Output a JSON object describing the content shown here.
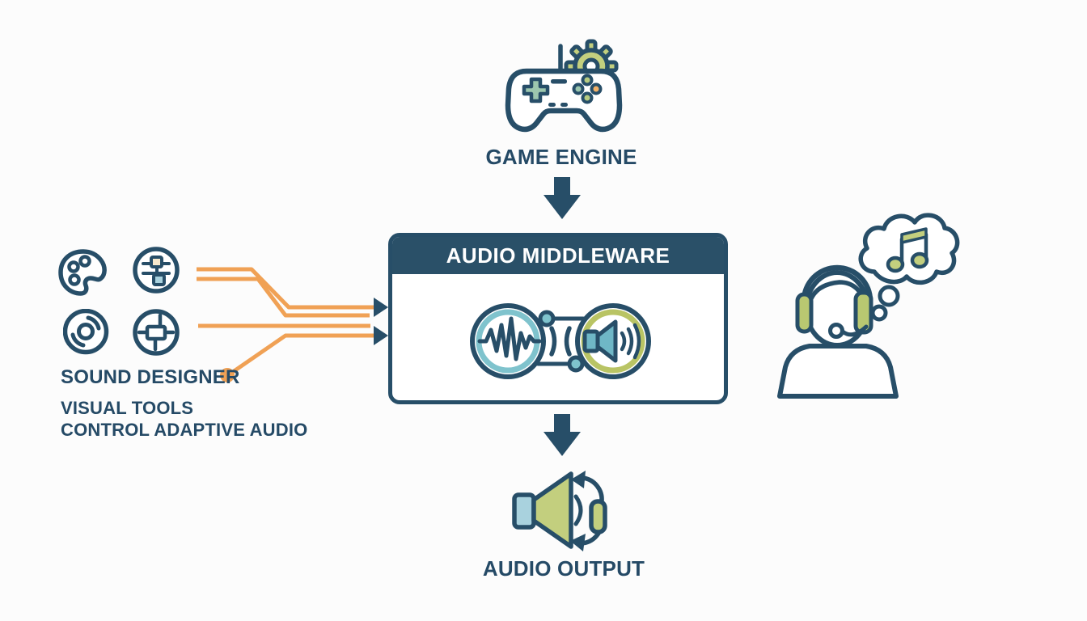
{
  "diagram_title": "Audio Middleware Diagram",
  "colors": {
    "navy": "#274e68",
    "header_navy": "#2a5068",
    "text_navy": "#254a66",
    "teal": "#7fc3cd",
    "teal_deep": "#6fb7c6",
    "olive": "#b9c464",
    "olive_light": "#c3cf7e",
    "orange": "#f0a155",
    "cream": "#f7e9cd",
    "light_blue": "#a9d2de",
    "soft_green": "#9cc7ae",
    "btn_green": "#b7cb81",
    "bg": "#fcfcfc"
  },
  "nodes": {
    "game_engine": {
      "label": "GAME ENGINE",
      "icon": "game-controller-gear-icon"
    },
    "audio_middleware": {
      "label": "AUDIO MIDDLEWARE",
      "icon": "waveform-speaker-link-icon"
    },
    "audio_output": {
      "label": "AUDIO OUTPUT",
      "icon": "speaker-surround-icon"
    }
  },
  "designer": {
    "label": "SOUND DESIGNER",
    "caption_line1": "VISUAL TOOLS",
    "caption_line2": "CONTROL ADAPTIVE AUDIO",
    "icons": [
      "palette-icon",
      "mixer-sliders-icon",
      "spiral-disc-icon",
      "node-chip-icon"
    ]
  },
  "listener": {
    "icon": "listener-headset-icon",
    "thought_icon": "music-note-thought-bubble-icon"
  }
}
